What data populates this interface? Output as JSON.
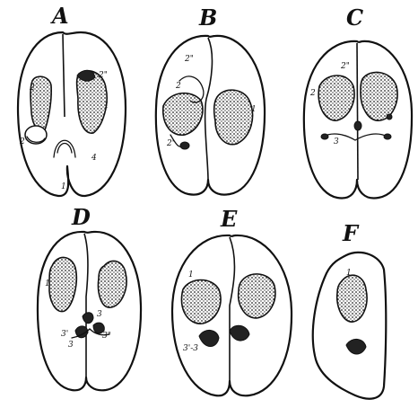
{
  "panels": [
    {
      "letter": "A",
      "labels": [
        "2",
        "2'",
        "2\"",
        "1",
        "4",
        "1"
      ]
    },
    {
      "letter": "B",
      "labels": [
        "2\"",
        "2",
        "2'",
        "1"
      ]
    },
    {
      "letter": "C",
      "labels": [
        "2\"",
        "2",
        "3"
      ]
    },
    {
      "letter": "D",
      "labels": [
        "1",
        "3'",
        "3",
        "3\"",
        "3"
      ]
    },
    {
      "letter": "E",
      "labels": [
        "1",
        "3'-3"
      ]
    },
    {
      "letter": "F",
      "labels": [
        "1"
      ]
    }
  ]
}
